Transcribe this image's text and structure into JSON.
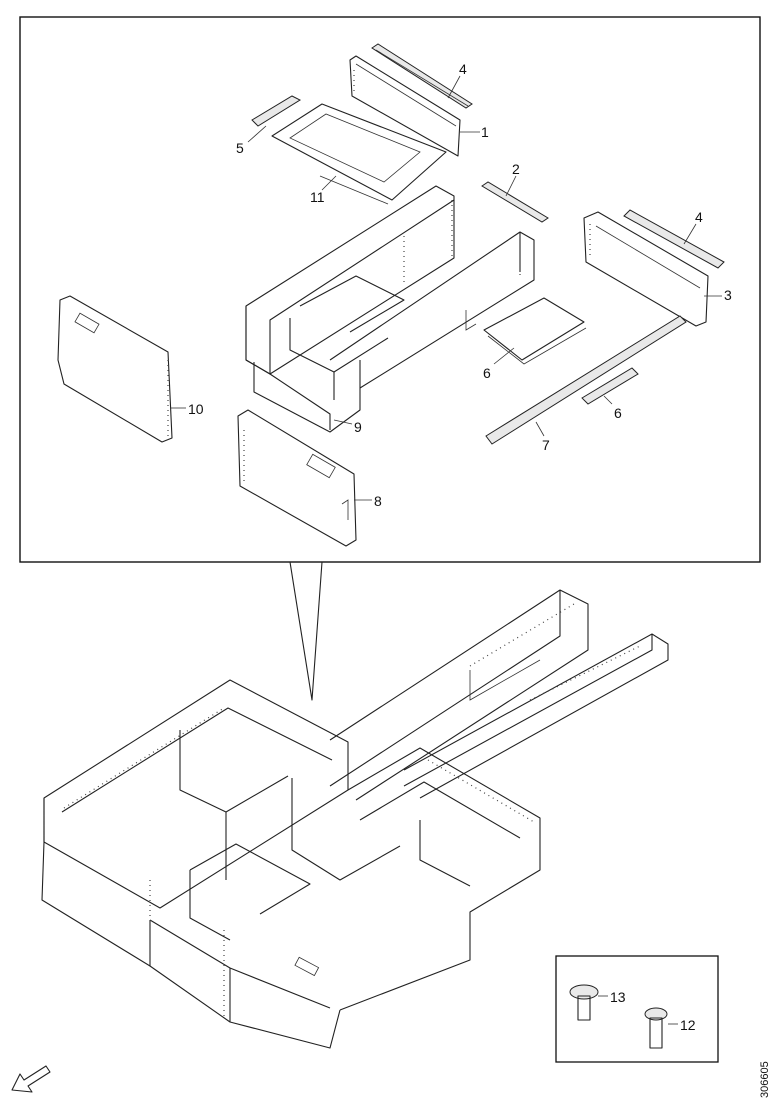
{
  "callouts": {
    "c1": "1",
    "c2": "2",
    "c3": "3",
    "c4a": "4",
    "c4b": "4",
    "c5": "5",
    "c6a": "6",
    "c6b": "6",
    "c7": "7",
    "c8": "8",
    "c9": "9",
    "c10": "10",
    "c11": "11",
    "c12": "12",
    "c13": "13"
  },
  "figure_id": "306605"
}
